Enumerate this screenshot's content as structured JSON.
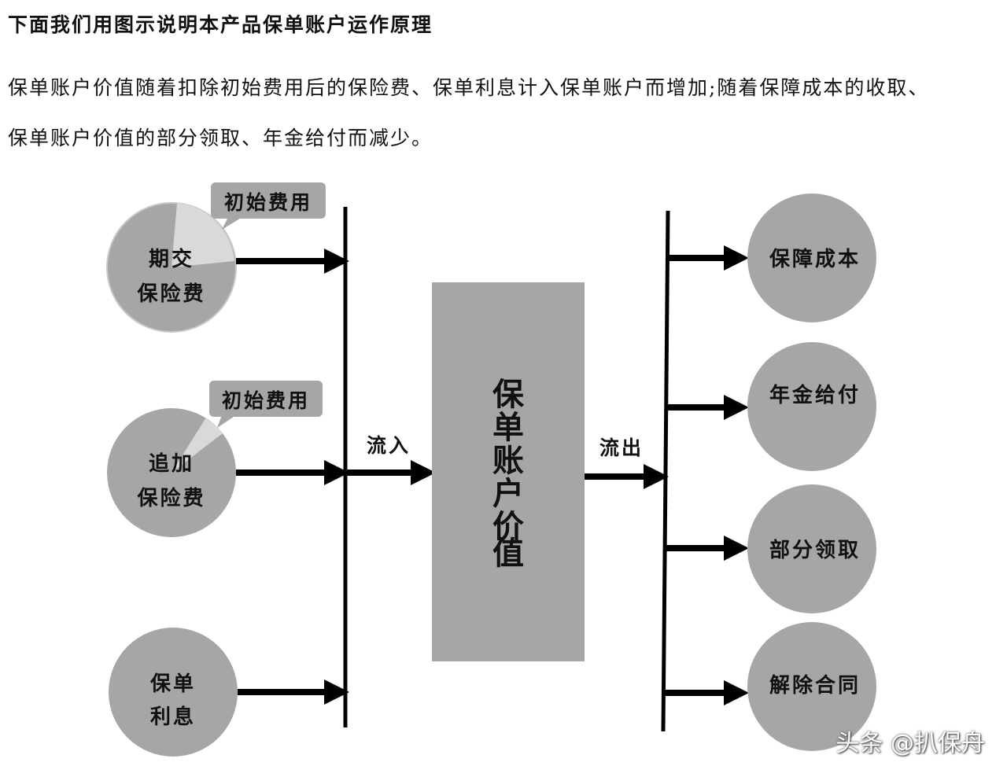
{
  "heading": "下面我们用图示说明本产品保单账户运作原理",
  "paragraph_line1": "保单账户价值随着扣除初始费用后的保险费、保单利息计入保单账户而增加;随着保障成本的收取、",
  "paragraph_line2": "保单账户价值的部分领取、年金给付而减少。",
  "inputs": {
    "regular_premium": {
      "line1": "期交",
      "line2": "保险费"
    },
    "additional_premium": {
      "line1": "追加",
      "line2": "保险费"
    },
    "policy_interest": {
      "line1": "保单",
      "line2": "利息"
    }
  },
  "initial_fee_label_1": "初始费用",
  "initial_fee_label_2": "初始费用",
  "inflow_label": "流入",
  "outflow_label": "流出",
  "account_value": [
    "保",
    "单",
    "账",
    "户",
    "价",
    "值"
  ],
  "outputs": {
    "protection_cost": "保障成本",
    "annuity_payment": "年金给付",
    "partial_withdrawal": "部分领取",
    "surrender": "解除合同"
  },
  "watermark": "头条 @扒保舟",
  "colors": {
    "circle": "#a6a6a6",
    "fee_slice": "#d9d9d9",
    "box": "#a6a6a6",
    "bubble": "#a6a6a6",
    "arrow": "#000000"
  }
}
